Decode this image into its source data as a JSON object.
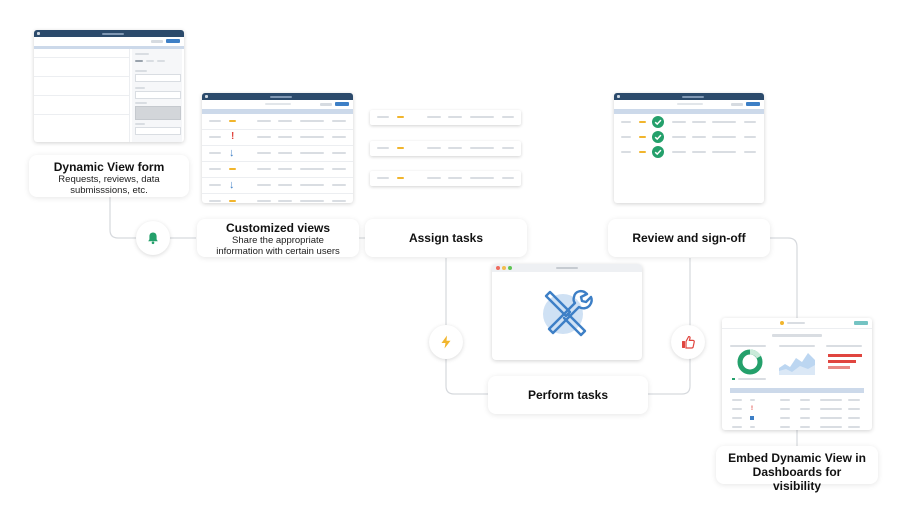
{
  "steps": {
    "form": {
      "title": "Dynamic View form",
      "subtitle": "Requests, reviews, data submisssions, etc."
    },
    "custom": {
      "title": "Customized views",
      "subtitle": "Share the appropriate information with certain users"
    },
    "assign": {
      "title": "Assign tasks"
    },
    "review": {
      "title": "Review and sign-off"
    },
    "perform": {
      "title": "Perform tasks"
    },
    "embed": {
      "title": "Embed Dynamic View in Dashboards for visibility"
    }
  },
  "icons": {
    "bell": "bell-icon",
    "bolt": "lightning-icon",
    "thumb": "thumbs-up-icon",
    "tools": "wrench-screwdriver-icon",
    "check": "check-circle-icon"
  },
  "colors": {
    "navy": "#2b4a6b",
    "blue": "#3d7fc6",
    "green": "#24a06b",
    "yellow": "#f1b52d",
    "red": "#e0453f",
    "connector": "#d3d7dc"
  }
}
